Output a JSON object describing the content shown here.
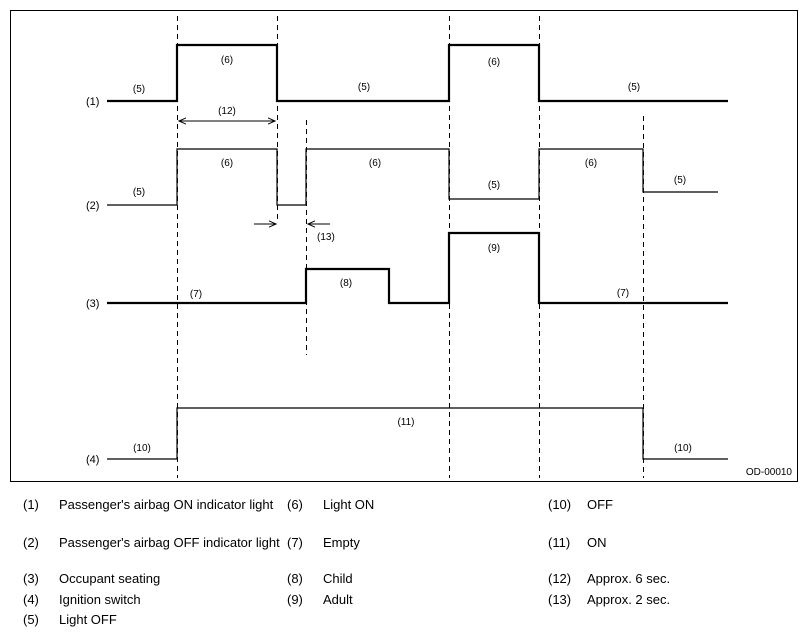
{
  "diagram": {
    "signals": [
      {
        "id": "1",
        "label": "(1)",
        "segments": [
          "(5)",
          "(6)",
          "(5)",
          "(6)",
          "(5)"
        ]
      },
      {
        "id": "2",
        "label": "(2)",
        "segments": [
          "(5)",
          "(6)",
          "(6)",
          "(5)",
          "(6)",
          "(5)"
        ]
      },
      {
        "id": "3",
        "label": "(3)",
        "segments": [
          "(7)",
          "(8)",
          "(9)",
          "(7)"
        ]
      },
      {
        "id": "4",
        "label": "(4)",
        "segments": [
          "(10)",
          "(11)",
          "(10)"
        ]
      }
    ],
    "dimensions": {
      "approx_6": "(12)",
      "approx_2": "(13)"
    },
    "figure_id": "OD-00010"
  },
  "legend": [
    {
      "num": "(1)",
      "text": "Passenger's airbag ON indicator light"
    },
    {
      "num": "(2)",
      "text": "Passenger's airbag OFF indicator light"
    },
    {
      "num": "(3)",
      "text": "Occupant seating"
    },
    {
      "num": "(4)",
      "text": "Ignition switch"
    },
    {
      "num": "(5)",
      "text": "Light OFF"
    },
    {
      "num": "(6)",
      "text": "Light ON"
    },
    {
      "num": "(7)",
      "text": "Empty"
    },
    {
      "num": "(8)",
      "text": "Child"
    },
    {
      "num": "(9)",
      "text": "Adult"
    },
    {
      "num": "(10)",
      "text": "OFF"
    },
    {
      "num": "(11)",
      "text": "ON"
    },
    {
      "num": "(12)",
      "text": "Approx. 6 sec."
    },
    {
      "num": "(13)",
      "text": "Approx. 2 sec."
    }
  ]
}
